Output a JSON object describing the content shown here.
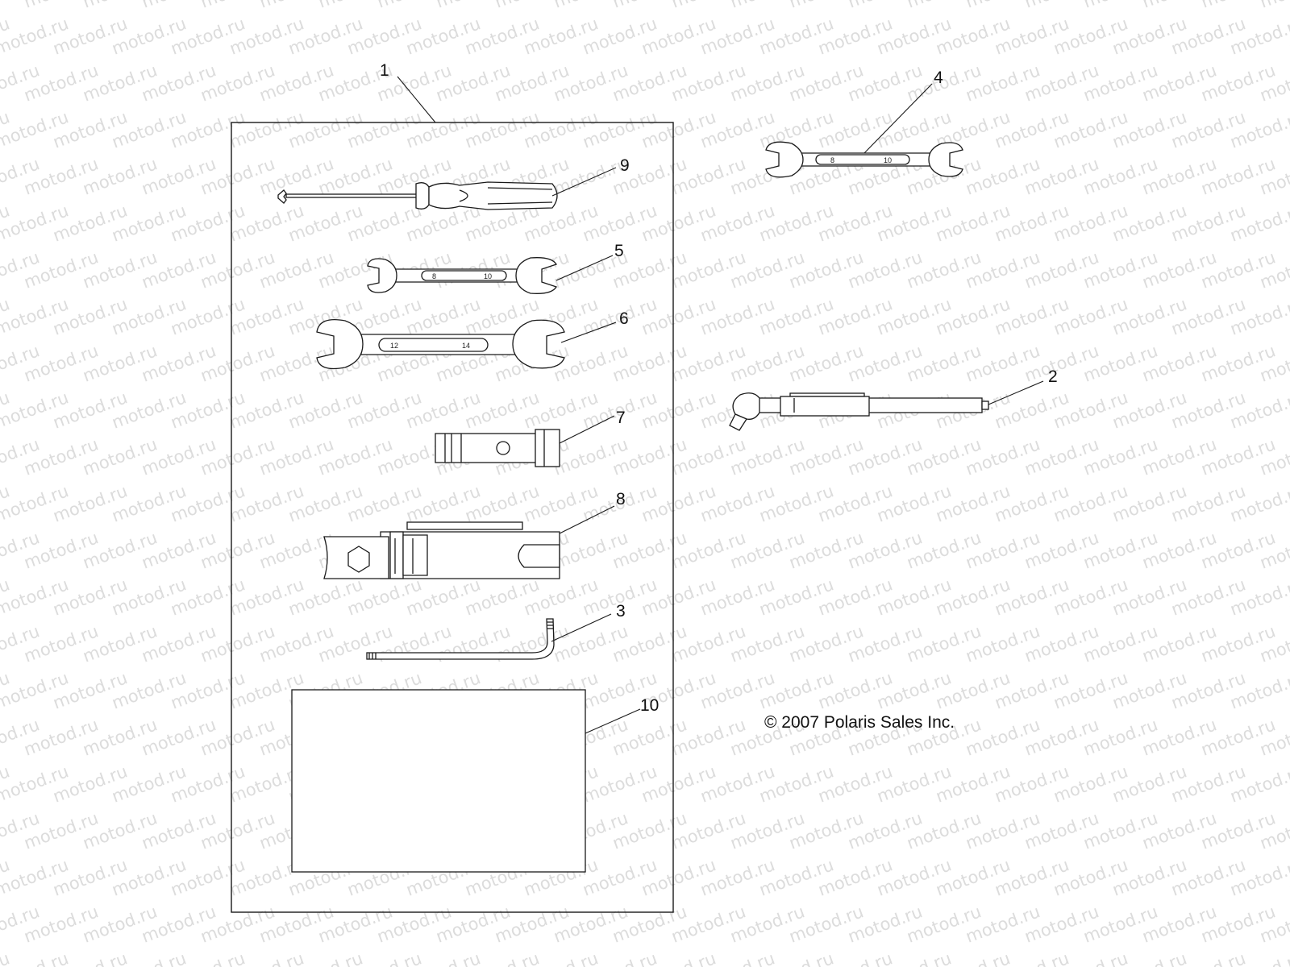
{
  "watermark": {
    "text": "motod.ru",
    "color": "#dcdcdc"
  },
  "copyright": "© 2007 Polaris Sales Inc.",
  "callouts": {
    "c1": "1",
    "c2": "2",
    "c3": "3",
    "c4": "4",
    "c5": "5",
    "c6": "6",
    "c7": "7",
    "c8": "8",
    "c9": "9",
    "c10": "10"
  },
  "wrench_sizes": {
    "w4_small": "8",
    "w4_large": "10",
    "w5_small": "8",
    "w5_large": "10",
    "w6_small": "12",
    "w6_large": "14"
  },
  "parts": [
    {
      "callout": "1",
      "name": "tool-kit-bag"
    },
    {
      "callout": "2",
      "name": "tire-pressure-gauge-icon"
    },
    {
      "callout": "3",
      "name": "hex-key-icon"
    },
    {
      "callout": "4",
      "name": "open-end-wrench-icon"
    },
    {
      "callout": "5",
      "name": "open-end-wrench-icon"
    },
    {
      "callout": "6",
      "name": "open-end-wrench-icon"
    },
    {
      "callout": "7",
      "name": "socket-tool-icon"
    },
    {
      "callout": "8",
      "name": "spark-plug-wrench-icon"
    },
    {
      "callout": "9",
      "name": "screwdriver-icon"
    },
    {
      "callout": "10",
      "name": "manual-booklet-icon"
    }
  ]
}
